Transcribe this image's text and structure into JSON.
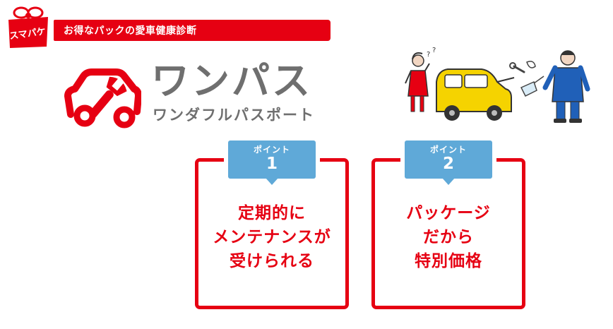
{
  "badge": {
    "label": "スマパケ"
  },
  "banner": {
    "text": "お得なパックの愛車健康診断"
  },
  "logo": {
    "title": "ワンパス",
    "subtitle": "ワンダフルパスポート"
  },
  "colors": {
    "brand_red": "#e60012",
    "tab_blue": "#5fa9d8",
    "logo_gray": "#6f6f6f",
    "car_yellow": "#f5d300"
  },
  "points": [
    {
      "label": "ポイント",
      "number": "1",
      "lines": [
        "定期的に",
        "メンテナンスが",
        "受けられる"
      ]
    },
    {
      "label": "ポイント",
      "number": "2",
      "lines": [
        "パッケージ",
        "だから",
        "特別価格"
      ]
    }
  ]
}
